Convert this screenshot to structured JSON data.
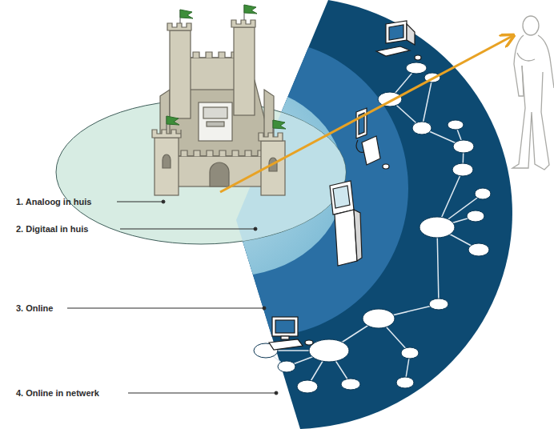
{
  "diagram": {
    "labels": [
      "1. Analoog in huis",
      "2. Digitaal in huis",
      "3. Online",
      "4. Online in netwerk"
    ]
  }
}
